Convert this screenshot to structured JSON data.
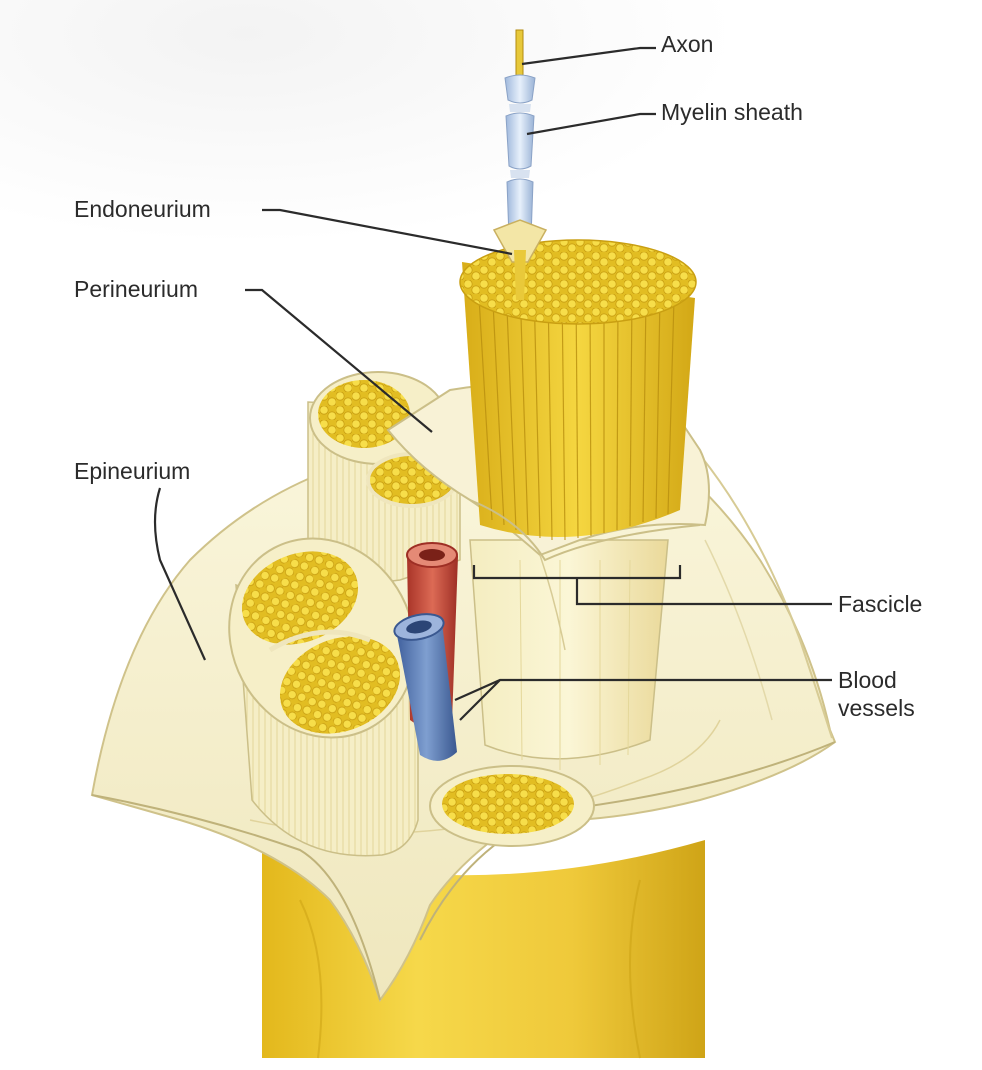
{
  "labels": {
    "axon": "Axon",
    "myelin_sheath": "Myelin sheath",
    "endoneurium": "Endoneurium",
    "perineurium": "Perineurium",
    "epineurium": "Epineurium",
    "fascicle": "Fascicle",
    "blood_vessels_line1": "Blood",
    "blood_vessels_line2": "vessels"
  },
  "colors": {
    "nerve_yellow": "#f2d23a",
    "nerve_dark": "#c9a516",
    "sheath": "#f7f1cf",
    "sheath_edge": "#cfc28a",
    "artery": "#c84a3c",
    "vein": "#5d7fb8",
    "myelin": "#c9d9ee",
    "leader": "#2b2b2b"
  }
}
